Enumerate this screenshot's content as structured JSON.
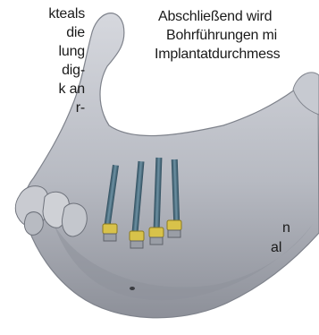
{
  "left_text_lines": [
    "kteals",
    "die",
    "lung",
    "dig-",
    "k an",
    "r-"
  ],
  "right_text_lines": [
    "Abschließend wird",
    "Bohrführungen mi",
    "Implantatdurchmess"
  ],
  "right_lower_fragments": [
    "n",
    "al"
  ],
  "colors": {
    "bone": "#b9bcc4",
    "bone_shadow": "#7f838c",
    "implant_post": "#4a6b7c",
    "sleeve_gold": "#d8c24a",
    "sleeve_silver": "#9a9ea6"
  }
}
